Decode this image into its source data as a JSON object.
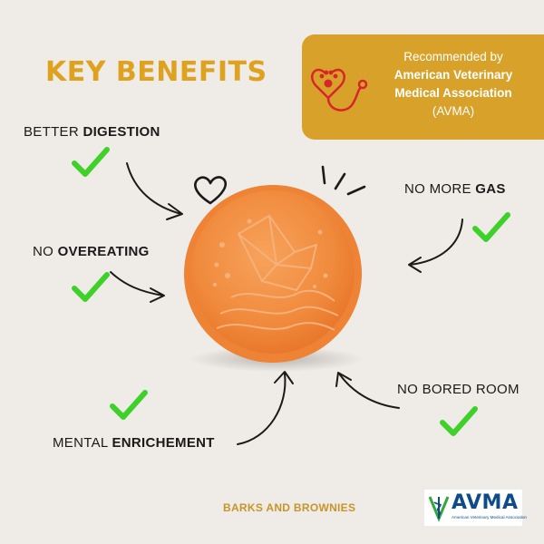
{
  "title": "KEY BENEFITS",
  "avma_box": {
    "line1": "Recommended by",
    "line2": "American Veterinary",
    "line3": "Medical Association",
    "line4": "(AVMA)"
  },
  "benefits": {
    "digestion": {
      "prefix": "BETTER ",
      "bold": "DIGESTION"
    },
    "overeating": {
      "prefix": "NO ",
      "bold": "OVEREATING"
    },
    "enrichment": {
      "prefix": "MENTAL ",
      "bold": "ENRICHEMENT"
    },
    "gas": {
      "prefix": "NO MORE ",
      "bold": "GAS"
    },
    "bored": {
      "prefix": "NO BORED ROOM",
      "bold": ""
    }
  },
  "footer": {
    "brand": "BARKS AND BROWNIES"
  },
  "logo": {
    "word": "AVMA",
    "sub": "American Veterinary Medical Association"
  },
  "colors": {
    "background": "#efebe7",
    "title": "#dfa21f",
    "badge": "#d8a129",
    "check": "#3ed12a",
    "bowl": "#f08a3c",
    "avma_blue": "#0f4b8a"
  },
  "icons": [
    "heart-stethoscope-icon",
    "checkmark-icon",
    "heart-doodle-icon",
    "arrow-icon",
    "avma-caduceus-icon"
  ]
}
